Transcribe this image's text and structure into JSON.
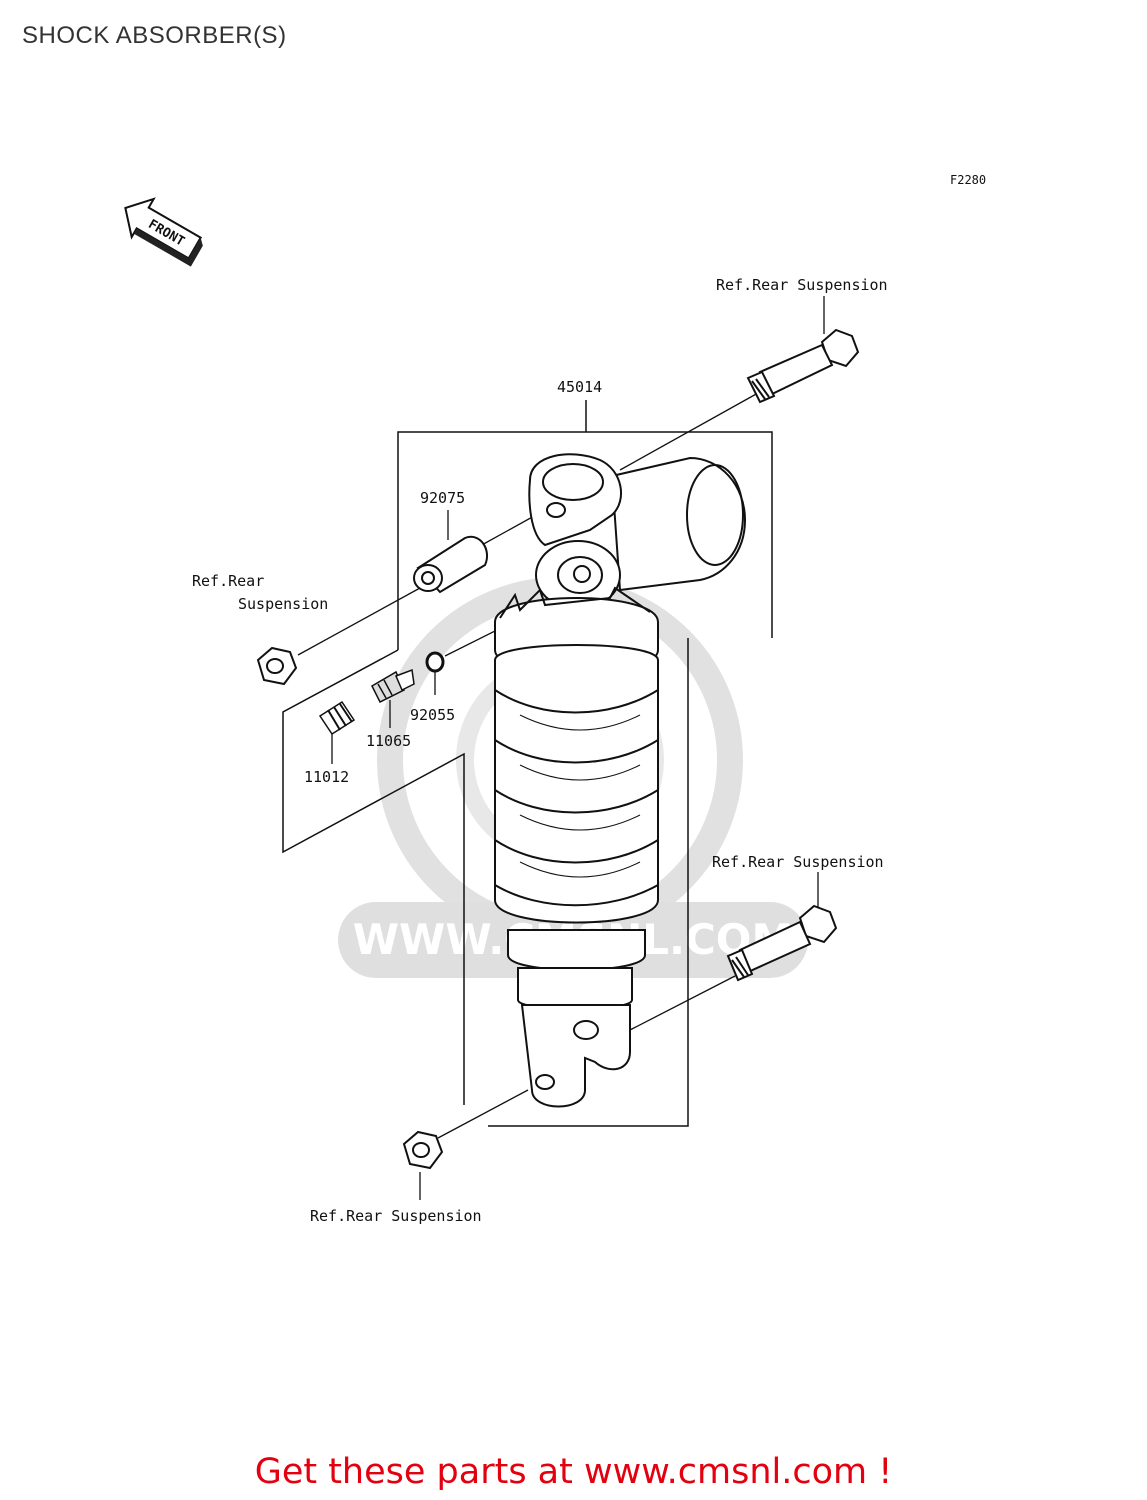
{
  "page": {
    "title": "SHOCK ABSORBER(S)"
  },
  "figure": {
    "code": "F2280",
    "front_label": "FRONT",
    "callouts": {
      "ref_top": "Ref.Rear Suspension",
      "ref_left_line1": "Ref.Rear",
      "ref_left_line2": "Suspension",
      "ref_right": "Ref.Rear Suspension",
      "ref_bottom": "Ref.Rear Suspension"
    },
    "parts": {
      "p45014": "45014",
      "p92075": "92075",
      "p92055": "92055",
      "p11065": "11065",
      "p11012": "11012"
    },
    "watermark": "WWW.CMSNL.COM"
  },
  "footer": {
    "cta": "Get these parts at www.cmsnl.com !"
  },
  "colors": {
    "cta": "#e3000f",
    "line": "#111111",
    "watermark": "#d8d8d8"
  }
}
